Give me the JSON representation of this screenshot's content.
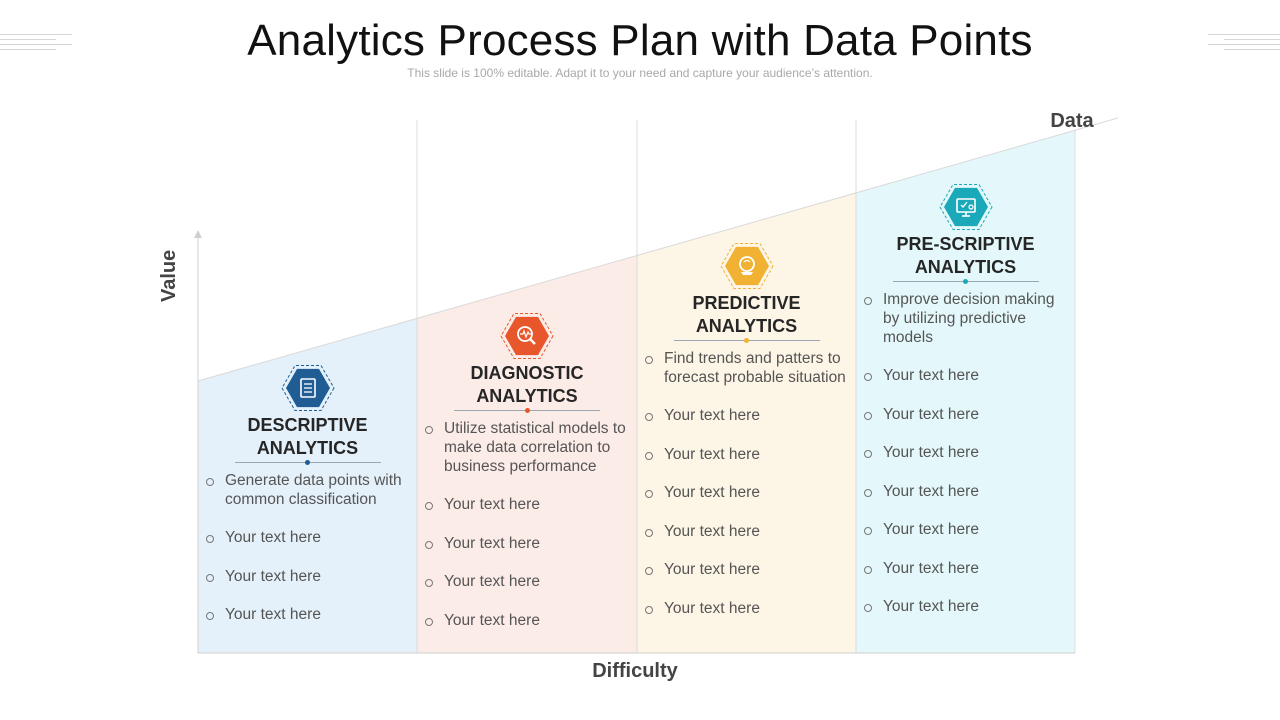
{
  "header": {
    "title": "Analytics Process Plan with Data Points",
    "subtitle": "This slide is 100% editable. Adapt it to your need and capture your audience’s attention."
  },
  "axes": {
    "y_label": "Value",
    "x_label": "Difficulty",
    "diagonal_label": "Data"
  },
  "columns": [
    {
      "title_line1": "DESCRIPTIVE",
      "title_line2": "ANALYTICS",
      "icon": "report-document-icon",
      "accent": "#1f5d94",
      "fill": "#e5f1fa",
      "items": [
        "Generate data points with common classification",
        "Your text here",
        "Your text here",
        "Your text here"
      ]
    },
    {
      "title_line1": "DIAGNOSTIC",
      "title_line2": "ANALYTICS",
      "icon": "magnifier-pulse-icon",
      "accent": "#e8572c",
      "fill": "#fcece7",
      "items": [
        "Utilize statistical models to make data correlation to business performance",
        "Your text here",
        "Your text here",
        "Your text here",
        "Your text here"
      ]
    },
    {
      "title_line1": "PREDICTIVE",
      "title_line2": "ANALYTICS",
      "icon": "crystal-ball-icon",
      "accent": "#f1b233",
      "fill": "#fdf5e6",
      "items": [
        "Find trends and patters to forecast probable situation",
        "Your text here",
        "Your text here",
        "Your text here",
        "Your text here",
        "Your text here",
        "Your text here"
      ]
    },
    {
      "title_line1": "PRE-SCRIPTIVE",
      "title_line2": "ANALYTICS",
      "icon": "monitor-checklist-icon",
      "accent": "#1ba8b8",
      "fill": "#e4f8fb",
      "items": [
        "Improve decision making by utilizing predictive models",
        "Your text here",
        "Your text here",
        "Your text here",
        "Your text here",
        "Your text here",
        "Your text here",
        "Your text here"
      ]
    }
  ]
}
